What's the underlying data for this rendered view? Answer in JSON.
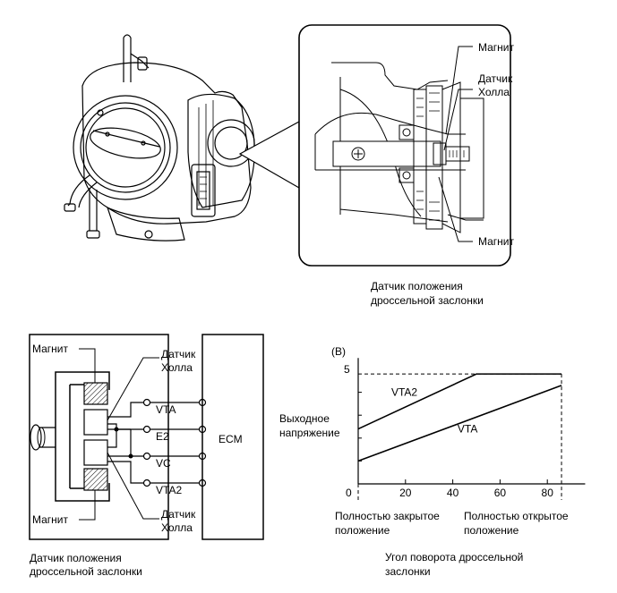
{
  "detail_labels": {
    "magnet_top": "Магнит",
    "hall_line1": "Датчик",
    "hall_line2": "Холла",
    "magnet_bottom": "Магнит"
  },
  "detail_caption": {
    "line1": "Датчик положения",
    "line2": "дроссельной заслонки"
  },
  "circuit": {
    "magnet_top": "Магнит",
    "magnet_bottom": "Магнит",
    "hall_top_1": "Датчик",
    "hall_top_2": "Холла",
    "hall_bottom_1": "Датчик",
    "hall_bottom_2": "Холла",
    "pins": [
      "VTA",
      "E2",
      "VC",
      "VTA2"
    ],
    "ecm": "ECM",
    "caption_line1": "Датчик положения",
    "caption_line2": "дроссельной заслонки"
  },
  "chart_data": {
    "type": "line",
    "panel_label": "(B)",
    "ylabel_line1": "Выходное",
    "ylabel_line2": "напряжение",
    "x_ticks": [
      0,
      20,
      40,
      60,
      80
    ],
    "y_ticks": [
      0,
      5
    ],
    "xlim": [
      0,
      96
    ],
    "ylim": [
      0,
      5.5
    ],
    "y_max_dashed": 4.8,
    "x_full_open": 86,
    "series": [
      {
        "name": "VTA2",
        "x": [
          0,
          50,
          86
        ],
        "y": [
          2.4,
          4.8,
          4.8
        ]
      },
      {
        "name": "VTA",
        "x": [
          0,
          86
        ],
        "y": [
          1.0,
          4.3
        ]
      }
    ],
    "xnote_left_1": "Полностью закрытое",
    "xnote_left_2": "положение",
    "xnote_right_1": "Полностью открытое",
    "xnote_right_2": "положение",
    "xlabel_line1": "Угол поворота дроссельной",
    "xlabel_line2": "заслонки"
  }
}
